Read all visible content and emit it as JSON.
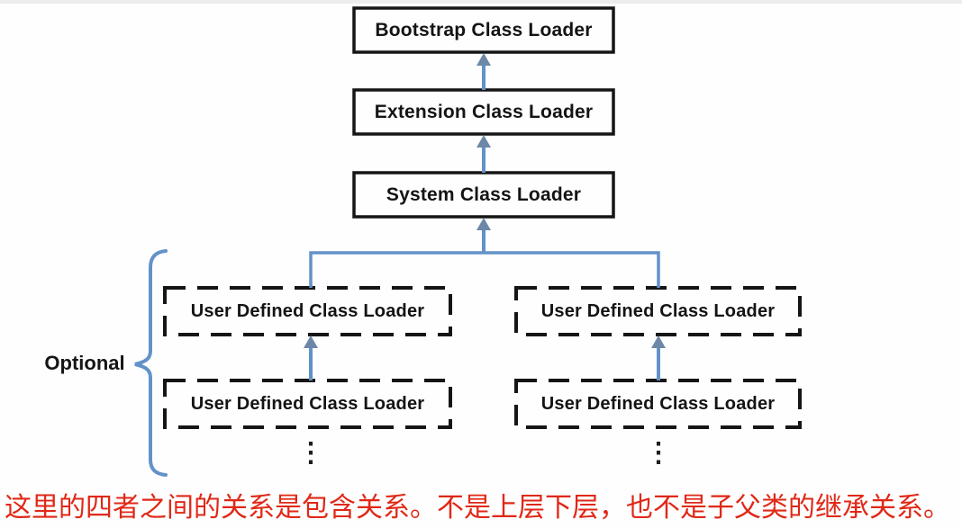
{
  "diagram": {
    "boxes": {
      "solid": [
        {
          "id": "bootstrap",
          "label": "Bootstrap Class Loader"
        },
        {
          "id": "extension",
          "label": "Extension Class Loader"
        },
        {
          "id": "system",
          "label": "System Class Loader"
        }
      ],
      "dashed_label": "User Defined Class Loader",
      "dashed_count": 4
    },
    "labels": {
      "optional": "Optional",
      "vertical_ellipsis": "⋮"
    },
    "caption": {
      "text": "这里的四者之间的关系是包含关系。不是上层下层，也不是子父类的继承关系。",
      "color": "#e02817"
    },
    "colors": {
      "arrow_line": "#6292c8",
      "arrow_head": "#6d87a8",
      "brace": "#6292c8",
      "box_border": "#151515",
      "background": "#fefefe"
    }
  }
}
